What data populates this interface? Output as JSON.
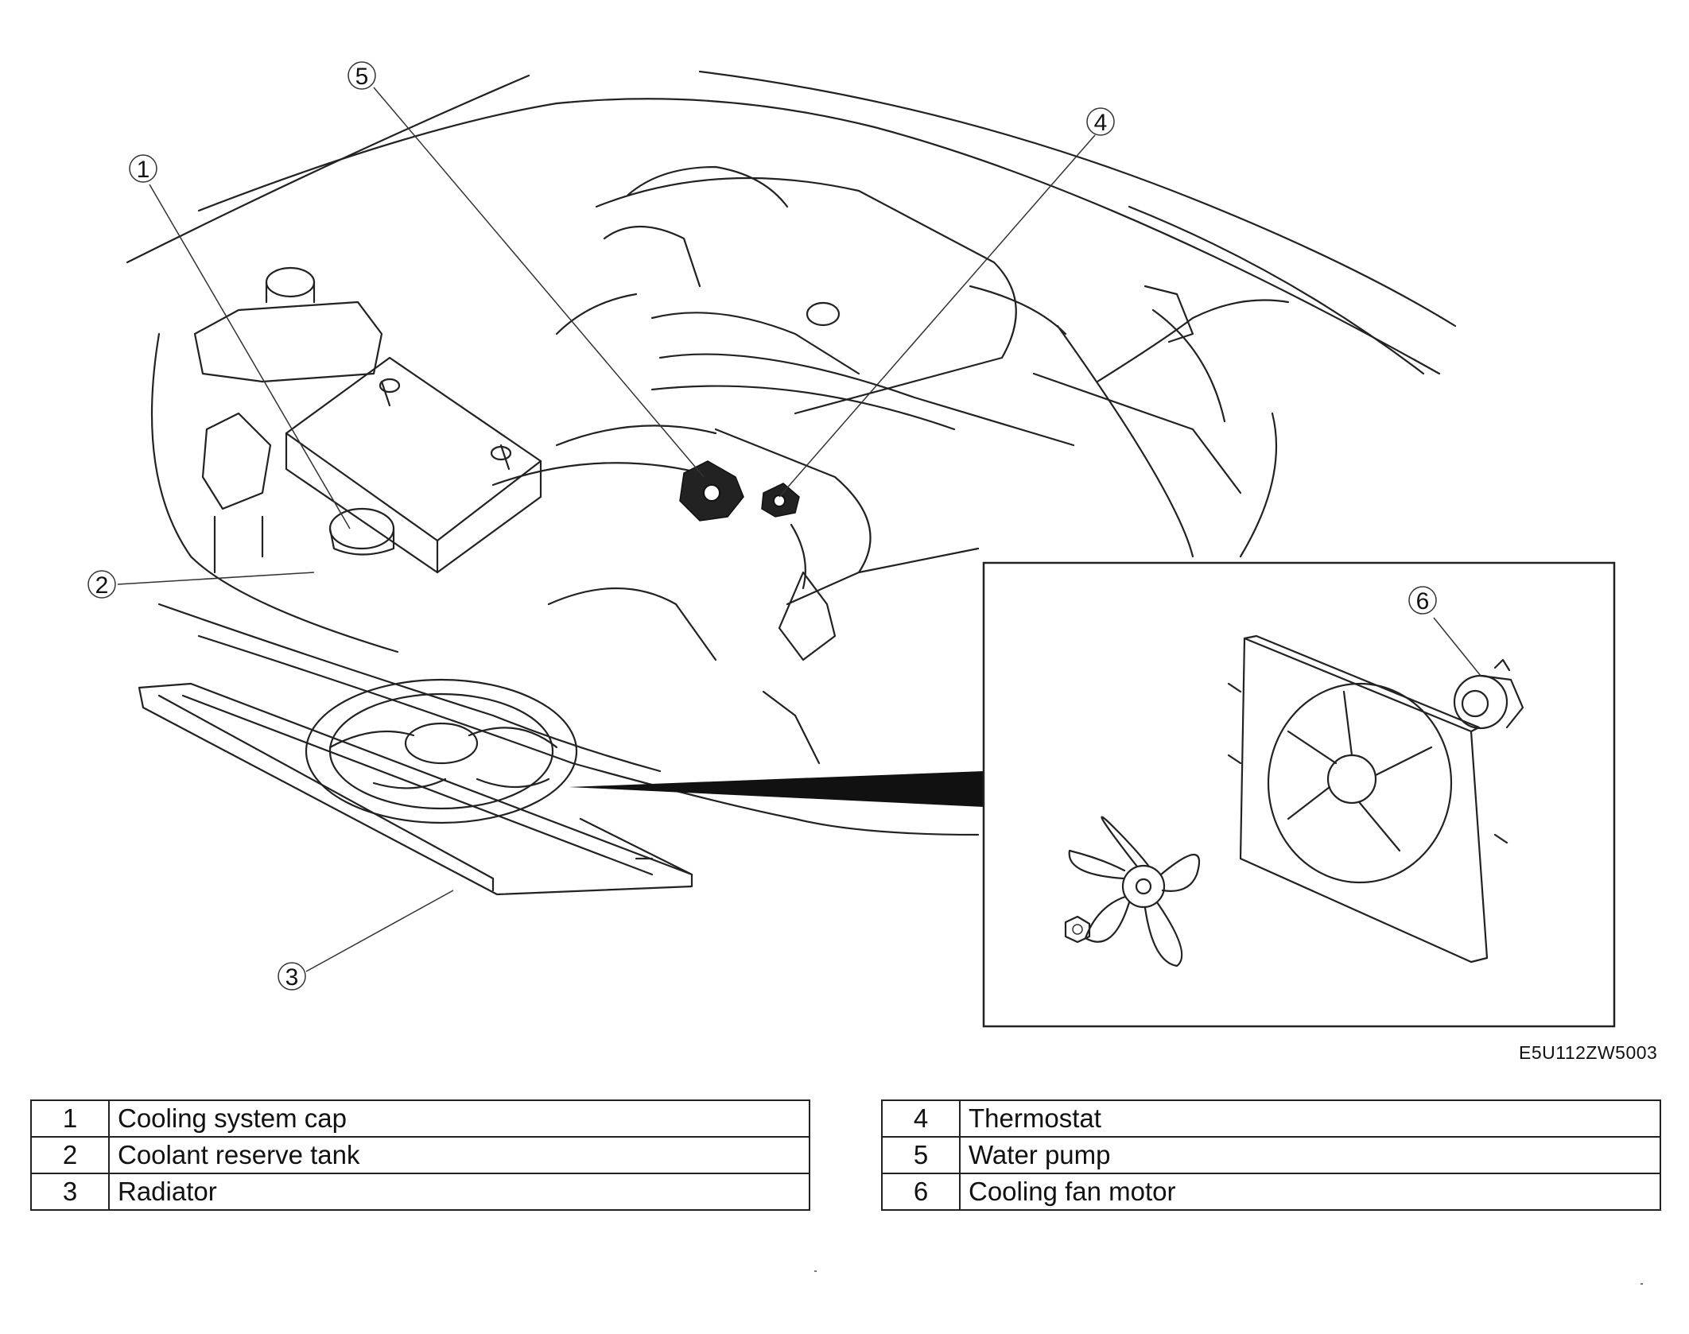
{
  "callouts": [
    {
      "number": "1"
    },
    {
      "number": "2"
    },
    {
      "number": "3"
    },
    {
      "number": "4"
    },
    {
      "number": "5"
    },
    {
      "number": "6"
    }
  ],
  "figure_code": "E5U112ZW5003",
  "legend": {
    "left": [
      {
        "num": "1",
        "label": "Cooling system cap"
      },
      {
        "num": "2",
        "label": "Coolant reserve tank"
      },
      {
        "num": "3",
        "label": "Radiator"
      }
    ],
    "right": [
      {
        "num": "4",
        "label": "Thermostat"
      },
      {
        "num": "5",
        "label": "Water pump"
      },
      {
        "num": "6",
        "label": "Cooling fan motor"
      }
    ]
  }
}
